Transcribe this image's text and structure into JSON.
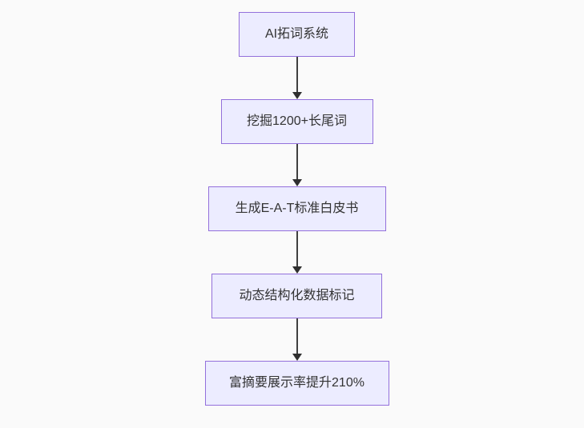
{
  "diagram": {
    "type": "flowchart",
    "direction": "top-down",
    "nodes": [
      {
        "id": "A",
        "label": "AI拓词系统"
      },
      {
        "id": "B",
        "label": "挖掘1200+长尾词"
      },
      {
        "id": "C",
        "label": "生成E-A-T标准白皮书"
      },
      {
        "id": "D",
        "label": "动态结构化数据标记"
      },
      {
        "id": "E",
        "label": "富摘要展示率提升210%"
      }
    ],
    "edges": [
      {
        "from": "A",
        "to": "B"
      },
      {
        "from": "B",
        "to": "C"
      },
      {
        "from": "C",
        "to": "D"
      },
      {
        "from": "D",
        "to": "E"
      }
    ],
    "colors": {
      "background": "#fafafa",
      "node_fill": "#ECECFF",
      "node_border": "#9370DB",
      "arrow": "#333333",
      "text": "#333333"
    }
  }
}
